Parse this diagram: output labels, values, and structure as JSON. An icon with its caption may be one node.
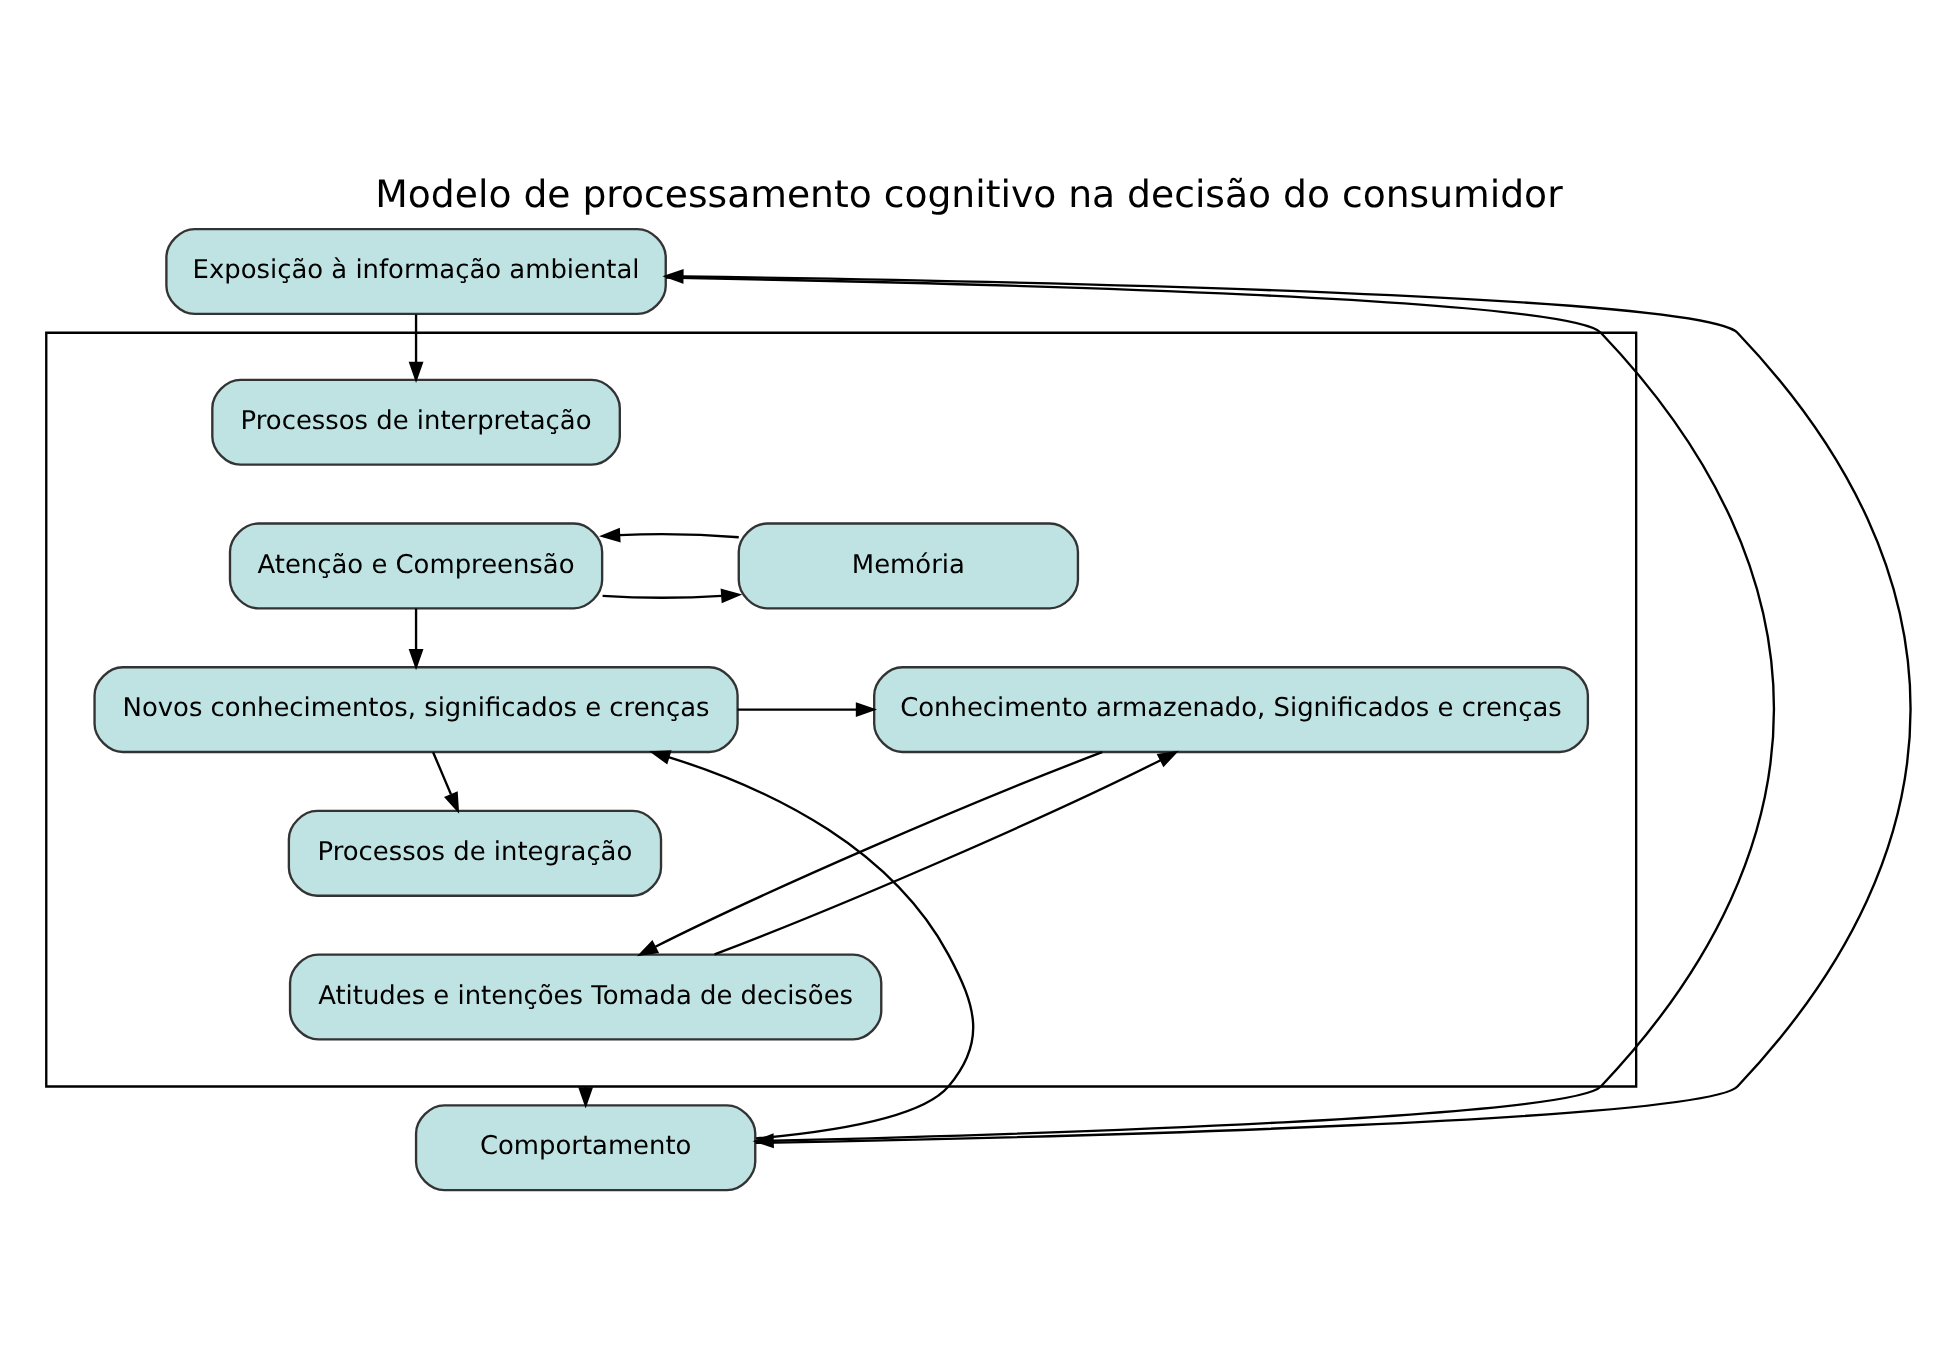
{
  "diagram": {
    "title": "Modelo de processamento cognitivo na decisão do consumidor",
    "nodes": [
      {
        "text": [
          "Exposição à informação ambiental"
        ]
      },
      {
        "text": [],
        "shape": "box"
      },
      {
        "text": [
          "Processos de interpretação"
        ],
        "in": 1
      },
      {
        "text": [
          "Atenção e Compreensão"
        ],
        "in": 1
      },
      {
        "text": [
          "Memória"
        ],
        "in": 1
      },
      {
        "text": [
          "Novos conhecimentos, significados e crenças"
        ],
        "in": 1
      },
      {
        "text": [
          "Conhecimento armazenado, Significados e crenças"
        ],
        "in": 1
      },
      {
        "text": [
          "Processos de integração"
        ],
        "in": 1
      },
      {
        "text": [
          "Atitudes e intenções Tomada de decisões"
        ],
        "in": 1
      },
      {
        "text": [
          "Comportamento"
        ]
      }
    ],
    "edges": [
      {
        "from": 0,
        "to": 2,
        "arrow": "to"
      },
      {
        "from": 3,
        "to": 4,
        "arrow": "to"
      },
      {
        "from": 4,
        "to": 3,
        "arrow": "to"
      },
      {
        "from": 3,
        "to": 5,
        "arrow": "to"
      },
      {
        "from": 5,
        "to": 6,
        "arrow": "to"
      },
      {
        "from": 5,
        "to": 7,
        "arrow": "to"
      },
      {
        "from": 6,
        "to": 8,
        "arrow": "to"
      },
      {
        "from": 8,
        "to": 6,
        "arrow": "to"
      },
      {
        "from": 1,
        "to": 9,
        "arrow": "to"
      },
      {
        "from": 9,
        "to": 0,
        "arrow": "to"
      },
      {
        "from": 9,
        "to": 5,
        "arrow": "to"
      },
      {
        "from": 0,
        "to": 9,
        "arrow": "to"
      }
    ]
  }
}
